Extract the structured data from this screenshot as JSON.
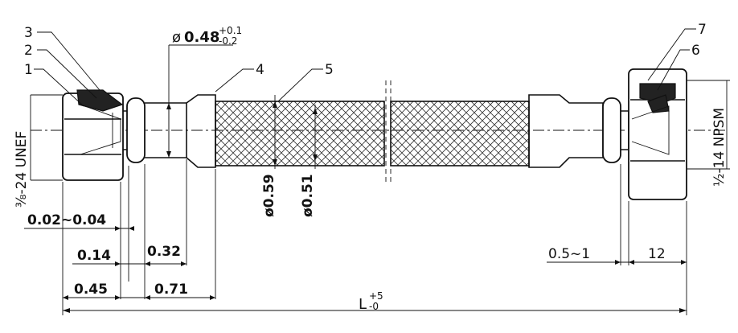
{
  "callouts": {
    "c1": "1",
    "c2": "2",
    "c3": "3",
    "c4": "4",
    "c5": "5",
    "c6": "6",
    "c7": "7"
  },
  "dimensions": {
    "tube_dia_symbol": "ø",
    "tube_dia_value": "0.48",
    "tube_tol_upper": "+0.1",
    "tube_tol_lower": "-0.2",
    "left_thread": "⅜-24 UNEF",
    "right_thread": "½-14 NPSM",
    "braid_od": "ø0.59",
    "braid_id": "ø0.51",
    "d_002_004": "0.02~0.04",
    "d_014": "0.14",
    "d_032": "0.32",
    "d_045": "0.45",
    "d_071": "0.71",
    "d_05_1": "0.5~1",
    "d_12": "12",
    "length_symbol": "L",
    "length_tol_upper": "+5",
    "length_tol_lower": "-0"
  }
}
